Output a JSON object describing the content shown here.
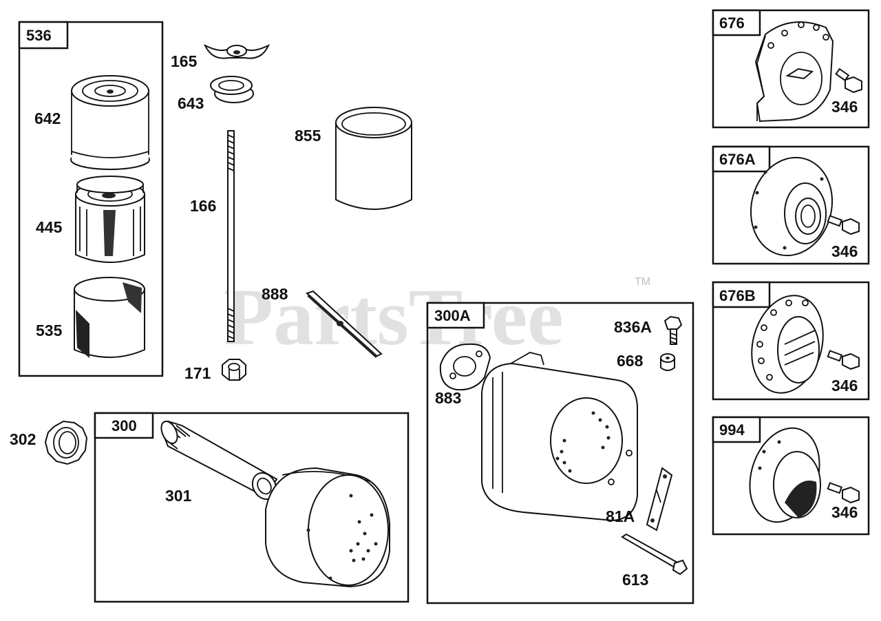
{
  "watermark": {
    "text": "PartsTree",
    "trademark": "TM"
  },
  "kits": [
    {
      "id": "kit-536",
      "label": "536"
    },
    {
      "id": "kit-300",
      "label": "300"
    },
    {
      "id": "kit-300a",
      "label": "300A"
    },
    {
      "id": "kit-676",
      "label": "676"
    },
    {
      "id": "kit-676a",
      "label": "676A"
    },
    {
      "id": "kit-676b",
      "label": "676B"
    },
    {
      "id": "kit-994",
      "label": "994"
    }
  ],
  "parts": [
    {
      "id": "642",
      "label": "642",
      "kit": "536",
      "name": "air-cleaner-cover"
    },
    {
      "id": "445",
      "label": "445",
      "kit": "536",
      "name": "air-filter-cartridge"
    },
    {
      "id": "535",
      "label": "535",
      "kit": "536",
      "name": "pre-cleaner"
    },
    {
      "id": "165",
      "label": "165",
      "name": "wing-nut"
    },
    {
      "id": "643",
      "label": "643",
      "name": "seal-washer"
    },
    {
      "id": "166",
      "label": "166",
      "name": "stud"
    },
    {
      "id": "171",
      "label": "171",
      "name": "nut"
    },
    {
      "id": "855",
      "label": "855",
      "name": "heat-shield-tube"
    },
    {
      "id": "888",
      "label": "888",
      "name": "plate"
    },
    {
      "id": "302",
      "label": "302",
      "name": "lock-nut"
    },
    {
      "id": "301",
      "label": "301",
      "kit": "300",
      "name": "exhaust-pipe"
    },
    {
      "id": "836A",
      "label": "836A",
      "kit": "300A",
      "name": "screw"
    },
    {
      "id": "668",
      "label": "668",
      "kit": "300A",
      "name": "spacer"
    },
    {
      "id": "883",
      "label": "883",
      "kit": "300A",
      "name": "gasket"
    },
    {
      "id": "81A",
      "label": "81A",
      "kit": "300A",
      "name": "lock-plate"
    },
    {
      "id": "613",
      "label": "613",
      "kit": "300A",
      "name": "bolt"
    },
    {
      "id": "346-676",
      "label": "346",
      "kit": "676",
      "name": "screw"
    },
    {
      "id": "346-676a",
      "label": "346",
      "kit": "676A",
      "name": "screw"
    },
    {
      "id": "346-676b",
      "label": "346",
      "kit": "676B",
      "name": "screw"
    },
    {
      "id": "346-994",
      "label": "346",
      "kit": "994",
      "name": "screw"
    }
  ]
}
